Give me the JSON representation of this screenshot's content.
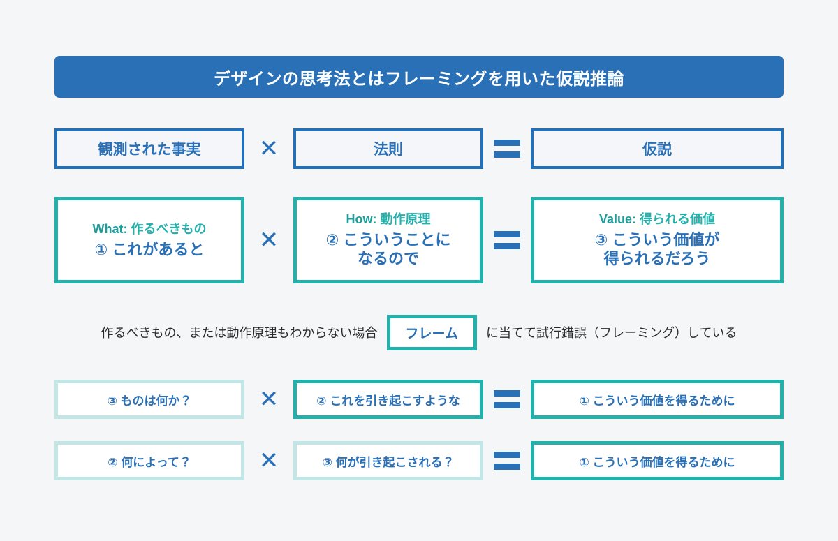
{
  "title": {
    "text": "デザインの思考法とはフレーミングを用いた仮説推論"
  },
  "operators": {
    "times": "✕",
    "equals": "="
  },
  "row_abduction": {
    "left": "観測された事実",
    "middle": "法則",
    "right": "仮説"
  },
  "row_design": {
    "left": {
      "label_en": "What:",
      "label_ja": " 作るべきもの",
      "body": "① これがあると"
    },
    "middle": {
      "label_en": "How:",
      "label_ja": " 動作原理",
      "body_line1": "② こういうことに",
      "body_line2": "なるので"
    },
    "right": {
      "label_en": "Value:",
      "label_ja": " 得られる価値",
      "body_line1": "③ こういう価値が",
      "body_line2": "得られるだろう"
    }
  },
  "frame_sentence": {
    "before": "作るべきもの、または動作原理もわからない場合",
    "chip": "フレーム",
    "after": "に当てて試行錯誤（フレーミング）している"
  },
  "row_framing_1": {
    "left": "③ ものは何か？",
    "middle": "② これを引き起こすような",
    "right": "① こういう価値を得るために"
  },
  "row_framing_2": {
    "left": "② 何によって？",
    "middle": "③ 何が引き起こされる？",
    "right": "① こういう価値を得るために"
  },
  "colors": {
    "background": "#f5f6f8",
    "banner_blue": "#2a70b7",
    "border_blue": "#2570b5",
    "teal": "#25b0ab",
    "teal_light": "#c2e5e5",
    "text_blue": "#2a70b7",
    "text_dark": "#2b2b2b"
  }
}
